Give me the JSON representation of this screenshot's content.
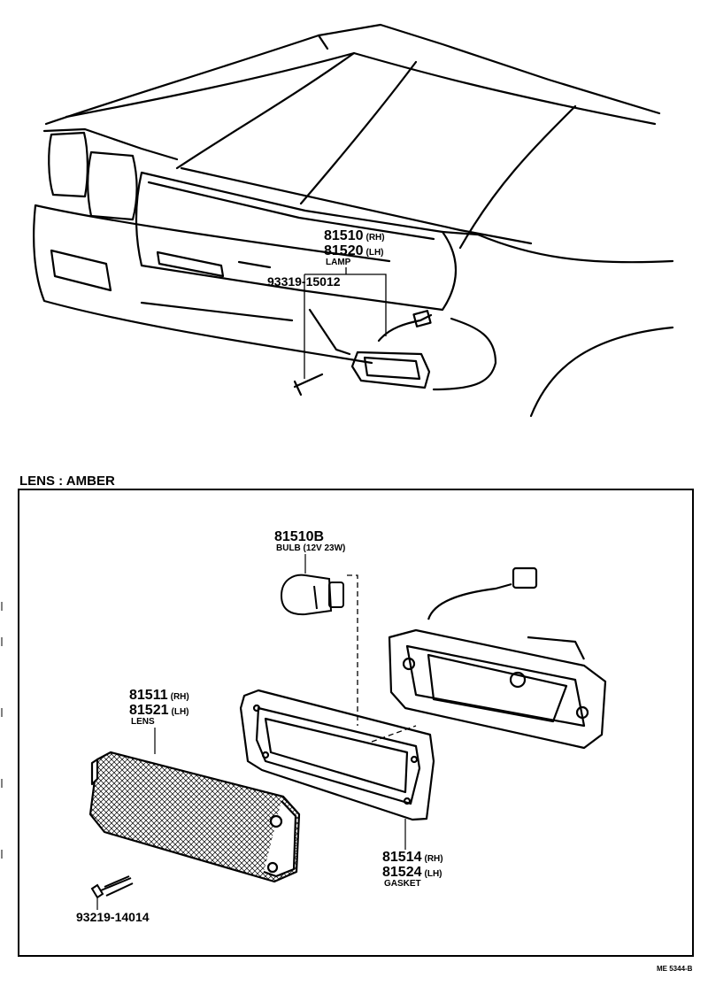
{
  "labels": {
    "lamp_rh_num": "81510",
    "lamp_rh_side": "(RH)",
    "lamp_lh_num": "81520",
    "lamp_lh_side": "(LH)",
    "lamp_name": "LAMP",
    "screw_top": "93319-15012",
    "section_title": "LENS : AMBER",
    "bulb_num": "81510B",
    "bulb_name": "BULB (12V 23W)",
    "lens_rh_num": "81511",
    "lens_rh_side": "(RH)",
    "lens_lh_num": "81521",
    "lens_lh_side": "(LH)",
    "lens_name": "LENS",
    "gasket_rh_num": "81514",
    "gasket_rh_side": "(RH)",
    "gasket_lh_num": "81524",
    "gasket_lh_side": "(LH)",
    "gasket_name": "GASKET",
    "screw_bottom": "93219-14014",
    "drawing_code": "ME 5344-B"
  }
}
